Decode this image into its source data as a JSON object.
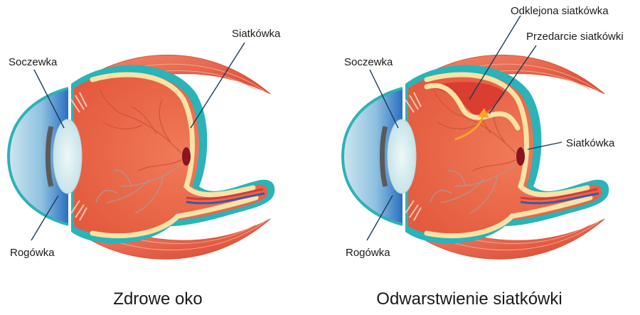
{
  "left_figure": {
    "caption": "Zdrowe oko",
    "labels": {
      "lens": "Soczewka",
      "cornea": "Rogówka",
      "retina": "Siatkówka"
    }
  },
  "right_figure": {
    "caption": "Odwarstwienie siatkówki",
    "labels": {
      "lens": "Soczewka",
      "cornea": "Rogówka",
      "retina": "Siatkówka",
      "detached_retina": "Odklejona siatkówka",
      "retinal_tear": "Przedarcie siatkówki"
    }
  },
  "colors": {
    "muscle": "#e0523a",
    "muscle_stripe": "#f08a6e",
    "sclera_outline": "#2ab3b8",
    "choroid": "#e9604a",
    "vitreous": "#ea6a4a",
    "retina": "#f7e3a6",
    "vessel": "#c8523a",
    "vessel_grey": "#a99b9a",
    "cornea": "#2a6fc2",
    "lens": "#d9eef0",
    "optic_blue": "#3b5aa8",
    "optic_red": "#d23a3a",
    "arrow": "#f5a623",
    "leader": "#1c3a5a"
  }
}
